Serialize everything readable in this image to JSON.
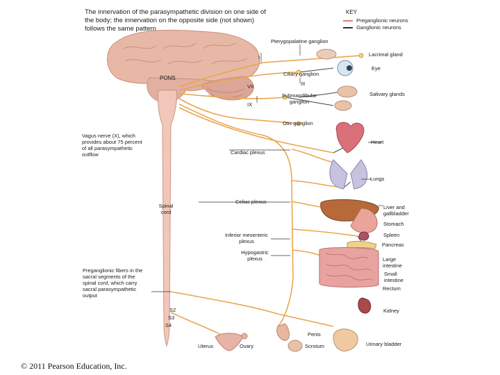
{
  "title": "The innervation of the parasympathetic division on one side of the body; the innervation on the opposite side (not shown) follows the same pattern",
  "key": {
    "heading": "KEY",
    "preganglionic": "Preganglionic neurons",
    "ganglionic": "Ganglionic neurons",
    "preganglionic_color": "#e07f70",
    "ganglionic_color": "#333333"
  },
  "labels": {
    "pterygopalatine": "Pterygopalatine ganglion",
    "lacrimal": "Lacrimal gland",
    "eye": "Eye",
    "ciliary": "Ciliary ganglion",
    "pons": "PONS",
    "nerve_I": "I",
    "nerve_III": "III",
    "nerve_VII": "VII",
    "nerve_IX": "IX",
    "submandibular": "Submandibular ganglion",
    "salivary": "Salivary glands",
    "otic": "Otic ganglion",
    "vagus": "Vagus nerve (X), which provides about 75 percent of all parasympathetic outflow",
    "heart": "Heart",
    "cardiac_plexus": "Cardiac plexus",
    "lungs": "Lungs",
    "spinal_cord": "Spinal cord",
    "celiac_plexus": "Celiac plexus",
    "liver": "Liver and gallbladder",
    "stomach": "Stomach",
    "inferior_mesenteric": "Inferior mesenteric plexus",
    "spleen": "Spleen",
    "pancreas": "Pancreas",
    "hypogastric": "Hypogastric plexus",
    "large_intestine": "Large intestine",
    "small_intestine": "Small intestine",
    "rectum": "Rectum",
    "preganglionic_fibers": "Preganglionic fibers in the sacral segments of the spinal cord, which carry sacral parasympathetic output",
    "s2": "S2",
    "s3": "S3",
    "s4": "S4",
    "kidney": "Kidney",
    "penis": "Penis",
    "uterus": "Uterus",
    "ovary": "Ovary",
    "scrotum": "Scrotum",
    "urinary_bladder": "Urinary bladder"
  },
  "copyright": "© 2011 Pearson Education, Inc."
}
